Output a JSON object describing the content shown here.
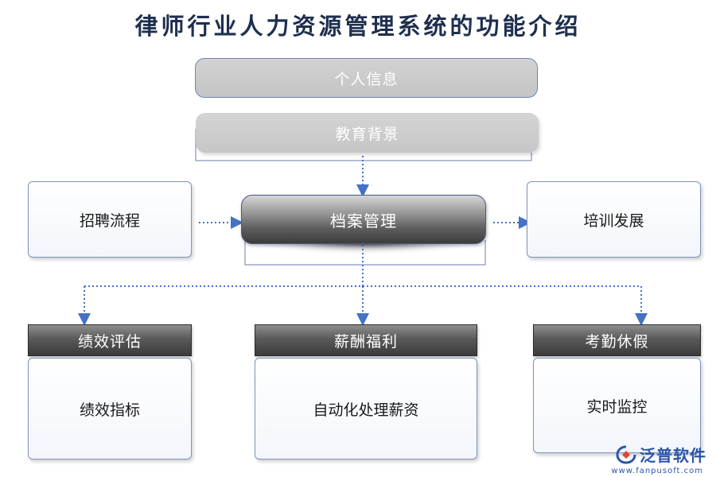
{
  "title": "律师行业人力资源管理系统的功能介绍",
  "nodes": {
    "personal_info": "个人信息",
    "education": "教育背景",
    "center": "档案管理",
    "recruit": "招聘流程",
    "training": "培训发展"
  },
  "modules": [
    {
      "header": "绩效评估",
      "body": "绩效指标"
    },
    {
      "header": "薪酬福利",
      "body": "自动化处理薪资"
    },
    {
      "header": "考勤休假",
      "body": "实时监控"
    }
  ],
  "logo": {
    "name": "泛普软件",
    "url": "www.fanpusoft.com",
    "icon": "fanpu-logo-icon"
  },
  "colors": {
    "accent": "#4472c4",
    "border": "#7e93bd",
    "dark_header": "#4a4a4a"
  }
}
